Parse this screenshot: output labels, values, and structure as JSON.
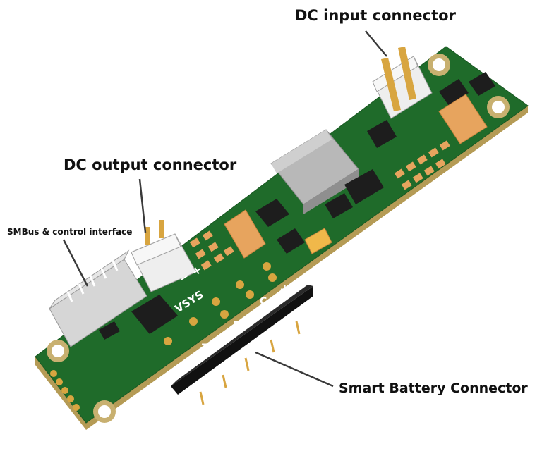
{
  "labels": {
    "dc_input": "DC input connector",
    "dc_output": "DC output connector",
    "smbus": "SMBus & control interface",
    "smart_battery": "Smart Battery Connector"
  },
  "silkscreen": {
    "vsys": "VSYS",
    "minus": "−",
    "plus": "+",
    "t": "T",
    "d": "D",
    "c": "C",
    "minus2": "−",
    "plus2": "+"
  },
  "colors": {
    "pcb": "#1f6b2a",
    "pcb_light": "#2c8a37",
    "pcb_edge": "#b59b55",
    "gold": "#d8a540",
    "white_connector": "#eeeeee",
    "grey_connector": "#d6d6d6",
    "capacitor": "#e7a45e",
    "inductor": "#b8b8b8",
    "ic": "#1d1d1d",
    "leader": "#3a3a3a",
    "text": "#111111"
  }
}
